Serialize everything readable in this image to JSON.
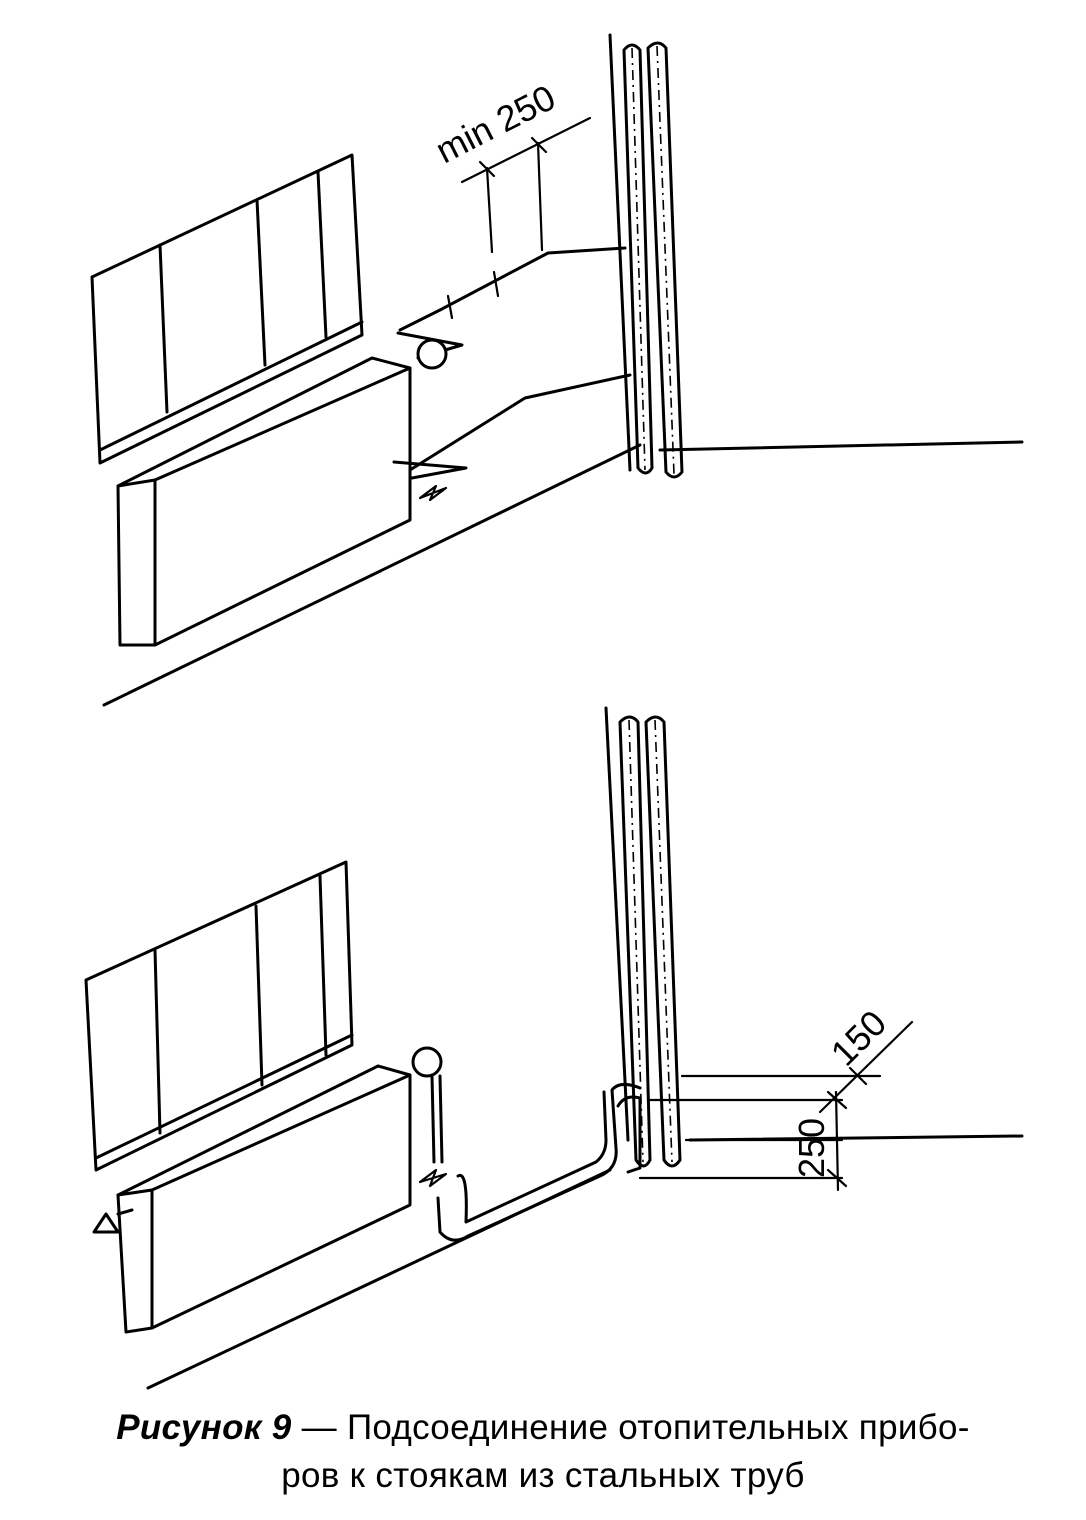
{
  "figure": {
    "label": "Рисунок 9",
    "dash": " — ",
    "title_line1": "Подсоединение отопительных прибо-",
    "title_line2": "ров к стоякам из стальных труб"
  },
  "top_diagram": {
    "dimension_label": "min 250"
  },
  "bottom_diagram": {
    "dimension_label_upper": "150",
    "dimension_label_lower": "250"
  },
  "colors": {
    "ink": "#000000",
    "paper": "#ffffff"
  }
}
